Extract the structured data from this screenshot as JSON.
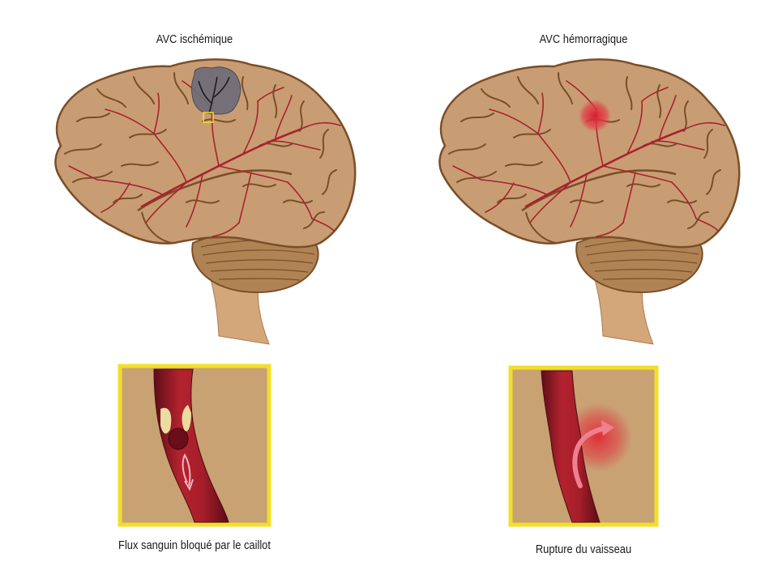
{
  "panels": {
    "ischemic": {
      "title": "AVC ischémique",
      "caption": "Flux sanguin bloqué par le caillot"
    },
    "hemorrhagic": {
      "title": "AVC hémorragique",
      "caption": "Rupture du vaisseau"
    }
  },
  "colors": {
    "brain": "#c99d73",
    "brain_outline": "#7a4e28",
    "cerebellum": "#b08355",
    "vessel": "#a8222e",
    "frame": "#f2df2a",
    "inset_bg": "#c8a273",
    "clot_zone": "#6c6c78",
    "bleed": "#e0303a"
  }
}
